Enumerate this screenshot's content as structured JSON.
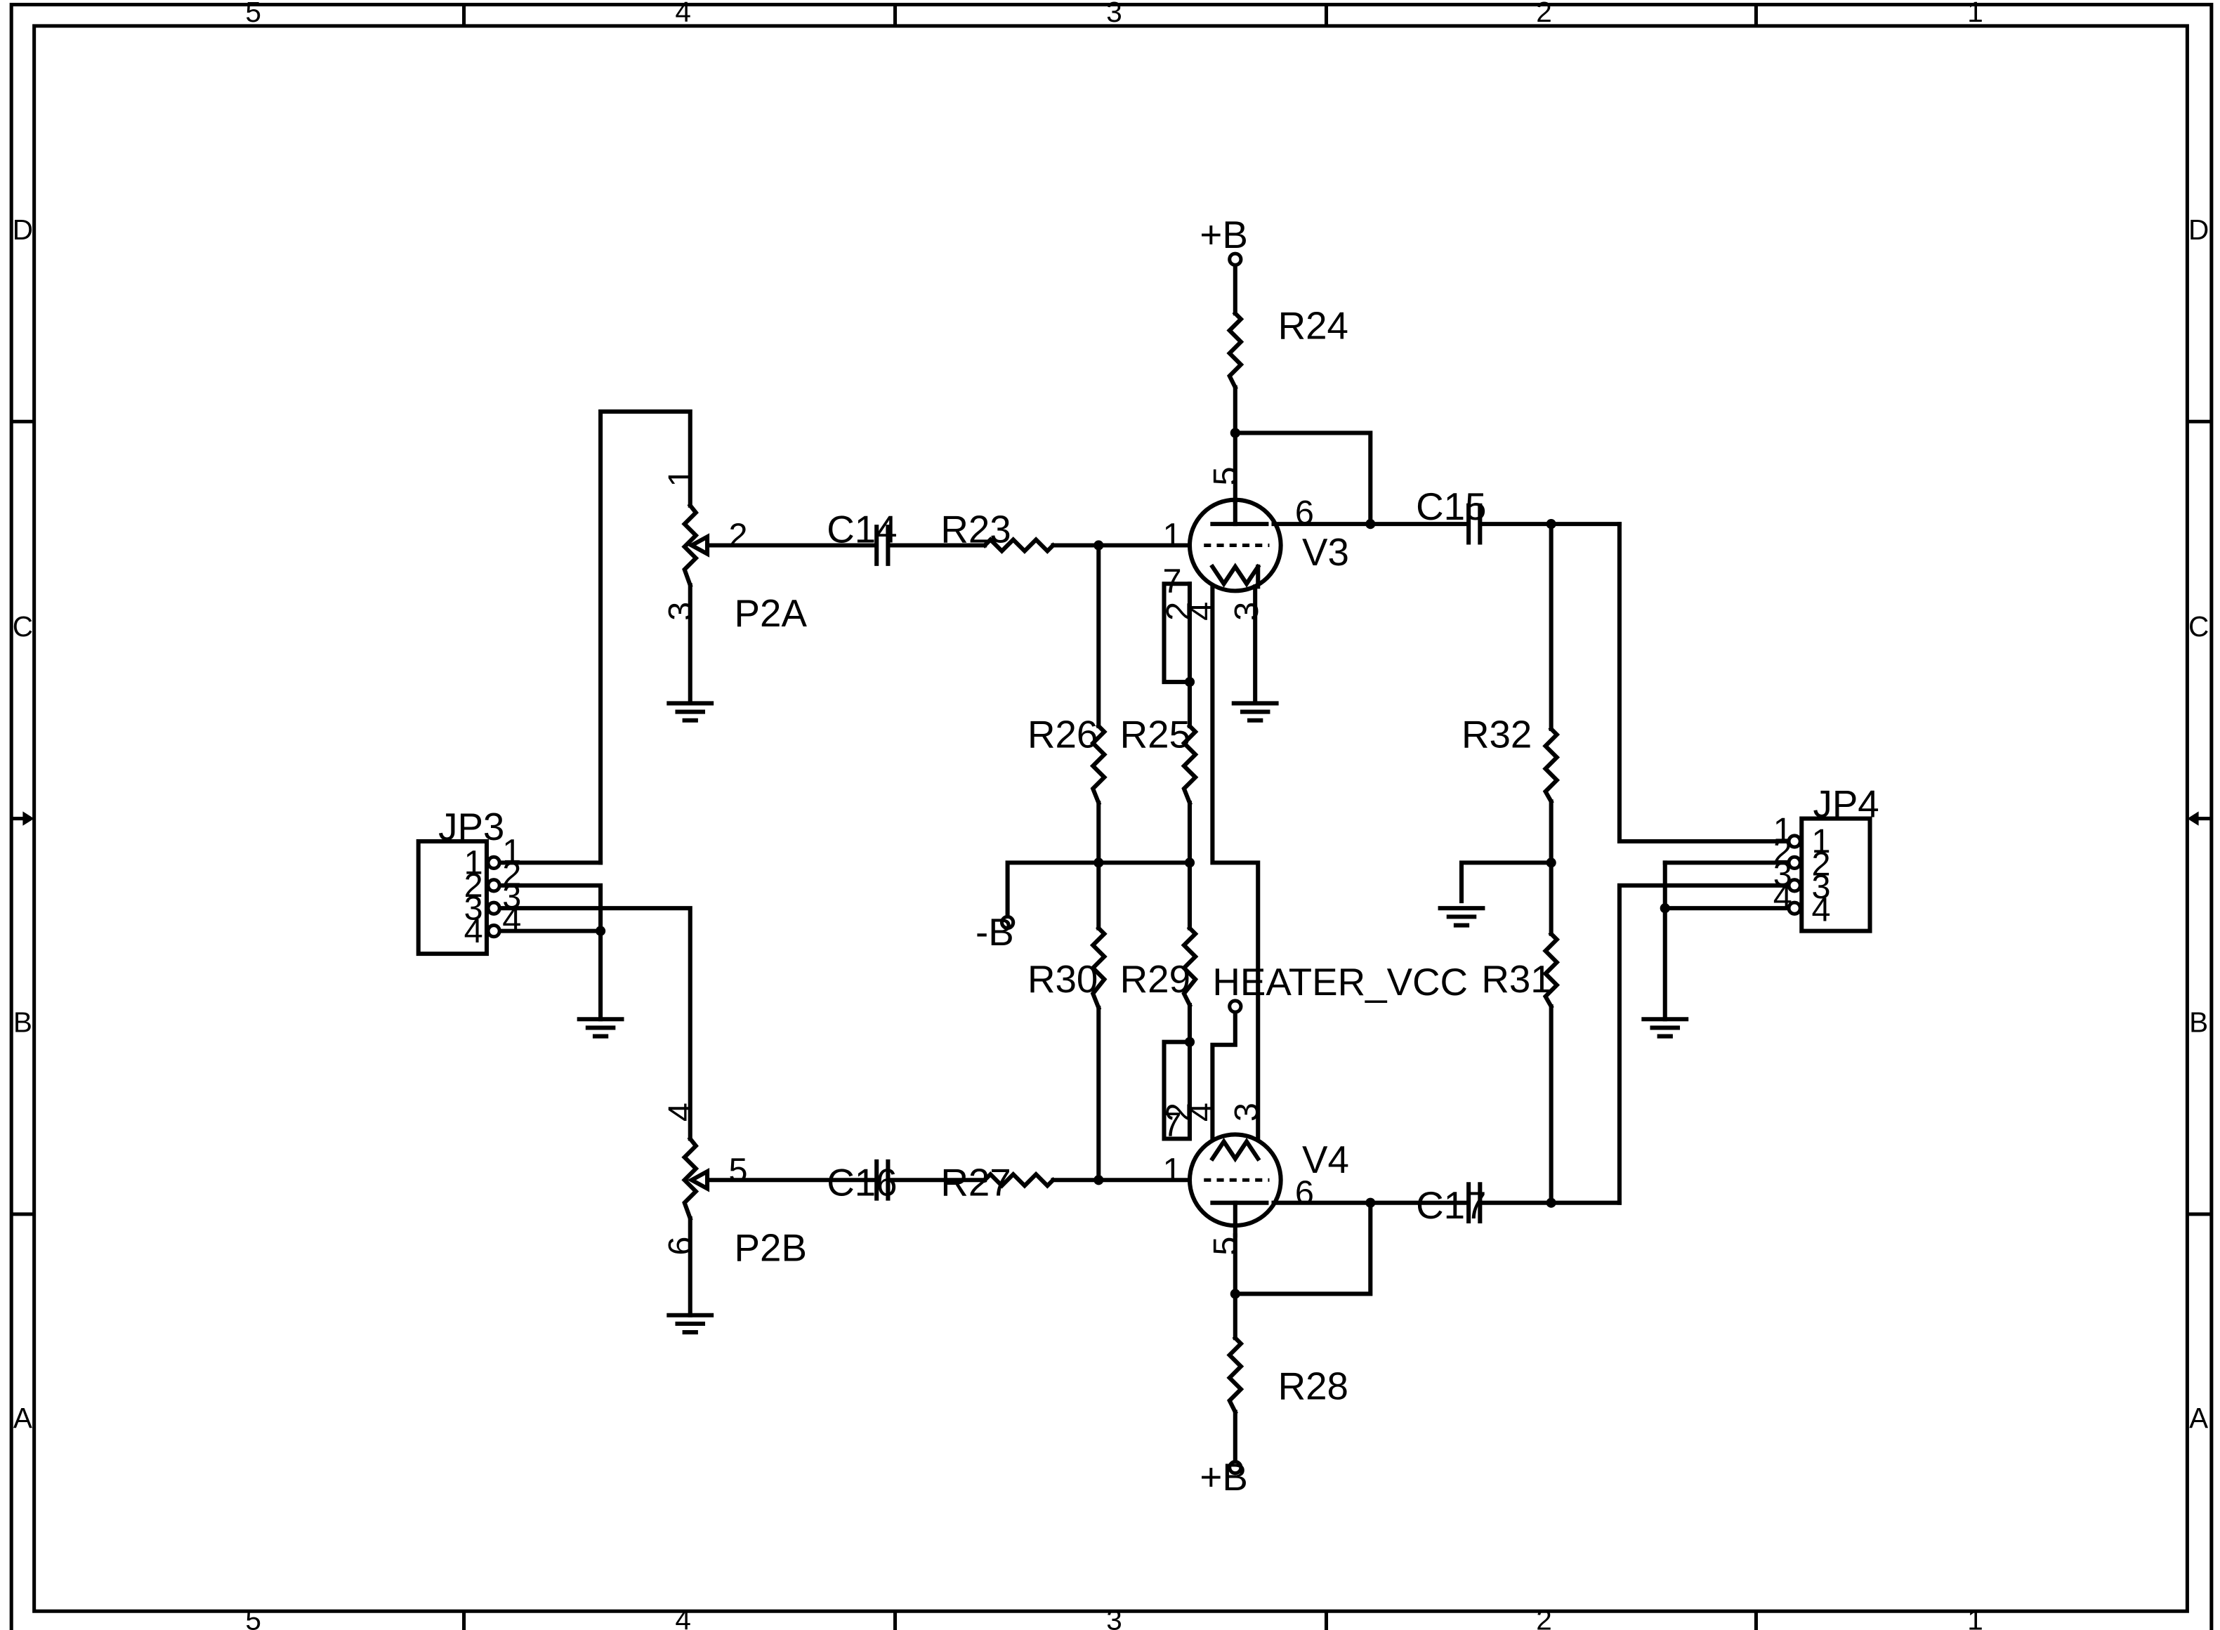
{
  "border": {
    "columns": [
      "5",
      "4",
      "3",
      "2",
      "1"
    ],
    "rows": [
      "D",
      "C",
      "B",
      "A"
    ]
  },
  "power": {
    "b_plus_top": "+B",
    "b_plus_bottom": "+B",
    "b_minus": "-B",
    "heater": "HEATER_VCC"
  },
  "resistors": {
    "r23": "R23",
    "r24": "R24",
    "r25": "R25",
    "r26": "R26",
    "r27": "R27",
    "r28": "R28",
    "r29": "R29",
    "r30": "R30",
    "r31": "R31",
    "r32": "R32"
  },
  "capacitors": {
    "c14": "C14",
    "c15": "C15",
    "c16": "C16",
    "c17": "C17"
  },
  "potentiometers": {
    "p2a": {
      "name": "P2A",
      "pin_top": "1",
      "pin_wiper": "2",
      "pin_bottom": "3"
    },
    "p2b": {
      "name": "P2B",
      "pin_top": "4",
      "pin_wiper": "5",
      "pin_bottom": "6"
    }
  },
  "tubes": {
    "v3": {
      "name": "V3",
      "grid": "1",
      "plate": "5",
      "out": "6",
      "h7": "7",
      "h2": "2",
      "h4": "4",
      "cathode": "3"
    },
    "v4": {
      "name": "V4",
      "grid": "1",
      "plate": "5",
      "out": "6",
      "h7": "7",
      "h2": "2",
      "h4": "4",
      "cathode": "3"
    }
  },
  "connectors": {
    "jp3": {
      "name": "JP3",
      "pins": [
        "1",
        "2",
        "3",
        "4"
      ]
    },
    "jp4": {
      "name": "JP4",
      "pins": [
        "1",
        "2",
        "3",
        "4"
      ]
    }
  }
}
